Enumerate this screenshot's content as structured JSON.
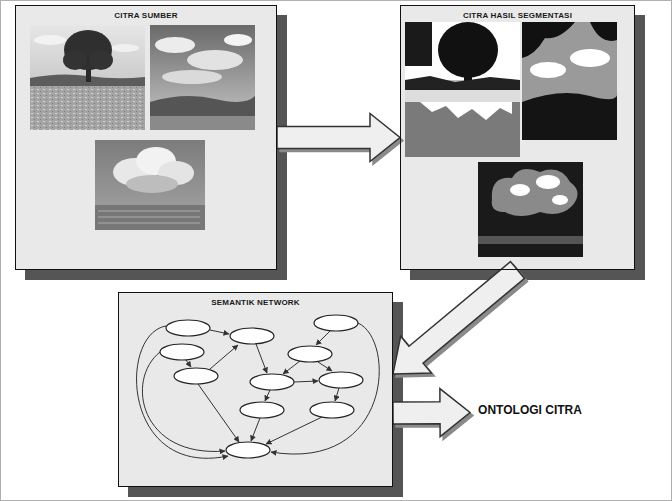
{
  "diagram": {
    "nodes": [
      {
        "text": [
          "CITRA SUMBER"
        ]
      },
      {
        "text": [
          "CITRA HASIL SEGMENTASI"
        ]
      },
      {
        "text": [
          "SEMANTIK NETWORK"
        ]
      },
      {
        "text": [
          "ONTOLOGI CITRA"
        ]
      }
    ],
    "edges": [
      {
        "from": 0,
        "to": 1,
        "arrow": "to"
      },
      {
        "from": 1,
        "to": 2,
        "arrow": "to"
      },
      {
        "from": 2,
        "to": 3,
        "arrow": "to"
      }
    ]
  }
}
